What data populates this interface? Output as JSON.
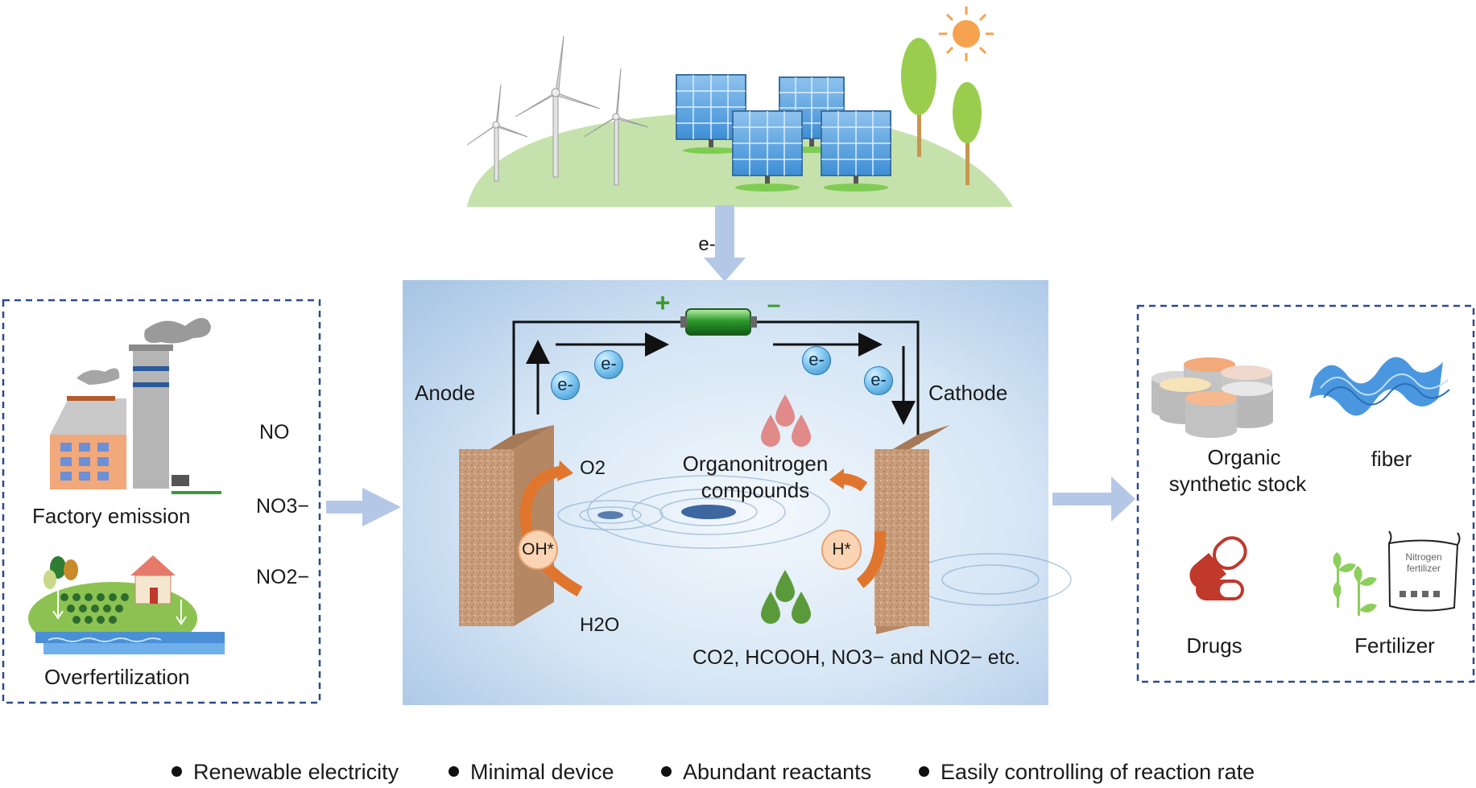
{
  "electron_arrow_label": "e-",
  "battery": {
    "plus": "+",
    "minus": "–"
  },
  "electrodes": {
    "anode": "Anode",
    "cathode": "Cathode"
  },
  "electron_badges": [
    "e-",
    "e-",
    "e-",
    "e-"
  ],
  "anode_species": {
    "o2": "O2",
    "oh": "OH*",
    "h2o": "H2O"
  },
  "cathode_species": {
    "h": "H*"
  },
  "product_label": [
    "Organonitrogen",
    "compounds"
  ],
  "reactants_label": "CO2, HCOOH, NO3− and NO2− etc.",
  "sources": {
    "factory": "Factory emission",
    "farm": "Overfertilization",
    "gases": [
      "NO",
      "NO3−",
      "NO2−"
    ]
  },
  "applications": {
    "stock": [
      "Organic",
      "synthetic stock"
    ],
    "fiber": "fiber",
    "drugs": "Drugs",
    "fertilizer": "Fertilizer",
    "bag": [
      "Nitrogen",
      "fertilizer"
    ]
  },
  "bullets": [
    "Renewable electricity",
    "Minimal device",
    "Abundant reactants",
    "Easily controlling of reaction rate"
  ],
  "colors": {
    "dashed_box": "#2c4b8a",
    "flow_arrow": "#b4c7e7",
    "electrode": "#c89b78",
    "arc": "#e0762e",
    "hill": "#c6e2ac",
    "battery": "#2e9a2e"
  }
}
